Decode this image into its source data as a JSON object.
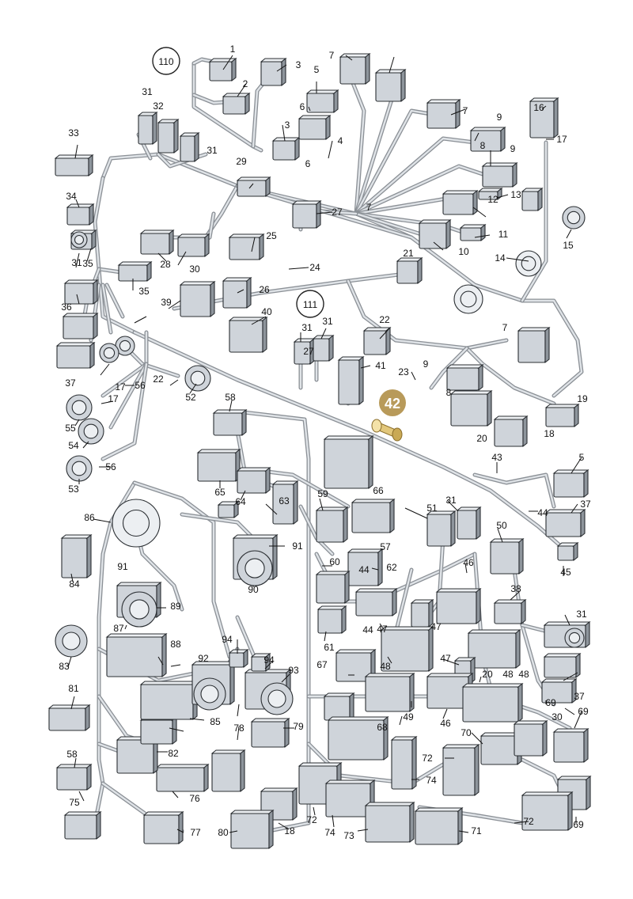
{
  "accent_color": "#b89a5a",
  "labels": [
    "1",
    "2",
    "3",
    "3",
    "4",
    "5",
    "5",
    "6",
    "6",
    "7",
    "7",
    "7",
    "7",
    "8",
    "8",
    "9",
    "9",
    "9",
    "10",
    "11",
    "12",
    "13",
    "14",
    "15",
    "16",
    "17",
    "17",
    "17",
    "18",
    "18",
    "19",
    "20",
    "20",
    "21",
    "21",
    "22",
    "22",
    "23",
    "24",
    "25",
    "26",
    "27",
    "27",
    "28",
    "29",
    "30",
    "30",
    "31",
    "31",
    "31",
    "31",
    "31",
    "31",
    "31",
    "32",
    "33",
    "34",
    "35",
    "35",
    "36",
    "37",
    "37",
    "37",
    "38",
    "39",
    "40",
    "41",
    "43",
    "44",
    "44",
    "44",
    "45",
    "46",
    "46",
    "47",
    "47",
    "47",
    "48",
    "48",
    "48",
    "49",
    "50",
    "51",
    "52",
    "53",
    "54",
    "55",
    "56",
    "56",
    "57",
    "58",
    "58",
    "59",
    "60",
    "61",
    "62",
    "63",
    "64",
    "65",
    "66",
    "67",
    "68",
    "69",
    "69",
    "69",
    "70",
    "71",
    "72",
    "72",
    "72",
    "73",
    "74",
    "74",
    "75",
    "76",
    "77",
    "78",
    "79",
    "80",
    "81",
    "82",
    "83",
    "84",
    "85",
    "86",
    "87",
    "88",
    "89",
    "90",
    "91",
    "91",
    "92",
    "93",
    "94",
    "94"
  ],
  "circled_labels": [
    "110",
    "111"
  ],
  "highlight": {
    "label": "42",
    "color": "#b89a5a"
  }
}
